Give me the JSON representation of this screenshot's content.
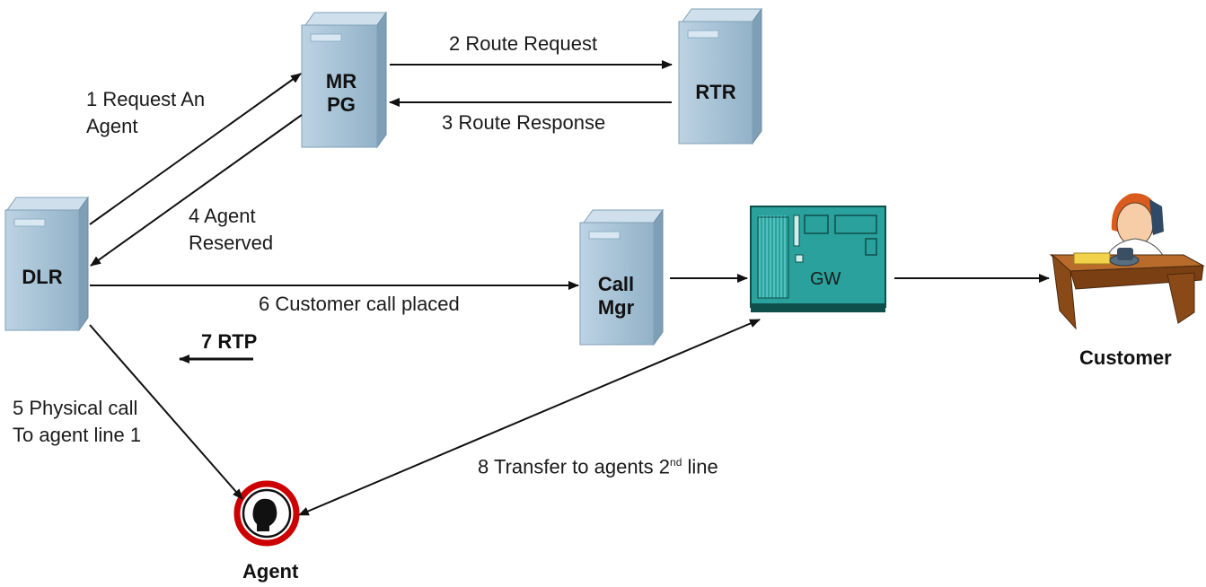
{
  "nodes": {
    "mrpg": {
      "line1": "MR",
      "line2": "PG"
    },
    "rtr": {
      "label": "RTR"
    },
    "dlr": {
      "label": "DLR"
    },
    "callmgr": {
      "line1": "Call",
      "line2": "Mgr"
    },
    "gw": {
      "label": "GW"
    },
    "customer": {
      "label": "Customer"
    },
    "agent": {
      "label": "Agent"
    }
  },
  "steps": {
    "s1": {
      "line1": "1 Request An",
      "line2": "Agent"
    },
    "s2": "2 Route Request",
    "s3": "3 Route Response",
    "s4": {
      "line1": "4 Agent",
      "line2": "Reserved"
    },
    "s5": {
      "line1": "5 Physical call",
      "line2": "To agent line 1"
    },
    "s6": "6 Customer call placed",
    "s7": "7 RTP",
    "s8": {
      "prefix": "8 Transfer to agents 2",
      "sup": "nd",
      "suffix": " line"
    }
  },
  "colors": {
    "server_face": "#a9c3d6",
    "server_side": "#7f9fb6",
    "gw_board": "#2aa19c",
    "agent_ring": "#cc0000"
  }
}
